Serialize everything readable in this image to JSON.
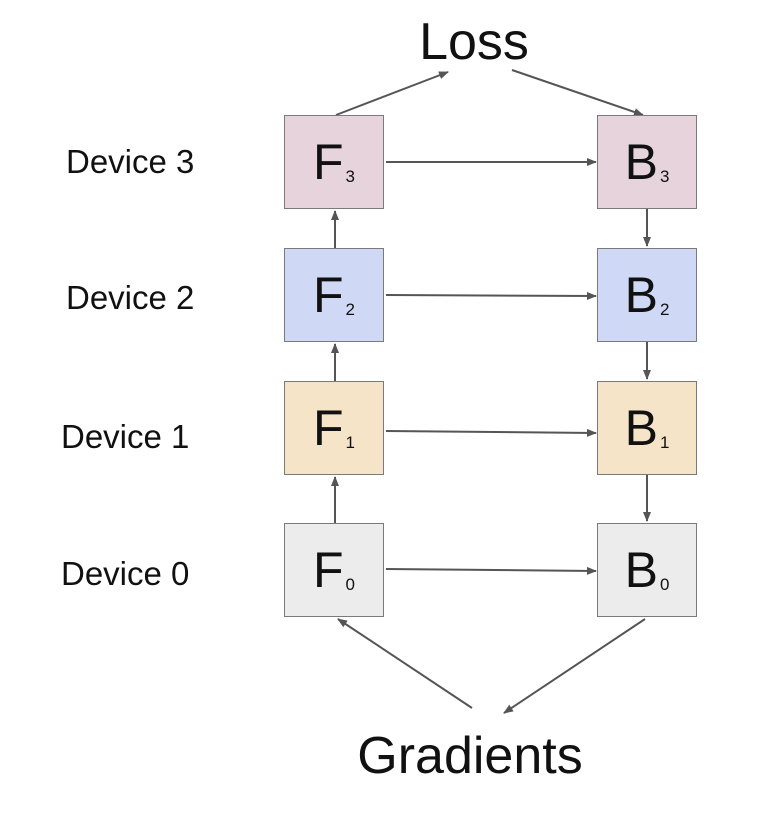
{
  "title": "Loss",
  "footer": "Gradients",
  "devices": [
    {
      "label": "Device 3",
      "forward": "F",
      "backward": "B",
      "index": "3",
      "color": "#e6d3dc"
    },
    {
      "label": "Device 2",
      "forward": "F",
      "backward": "B",
      "index": "2",
      "color": "#cfd9f5"
    },
    {
      "label": "Device 1",
      "forward": "F",
      "backward": "B",
      "index": "1",
      "color": "#f6e4c8"
    },
    {
      "label": "Device 0",
      "forward": "F",
      "backward": "B",
      "index": "0",
      "color": "#ececec"
    }
  ],
  "arrow_color": "#555555"
}
